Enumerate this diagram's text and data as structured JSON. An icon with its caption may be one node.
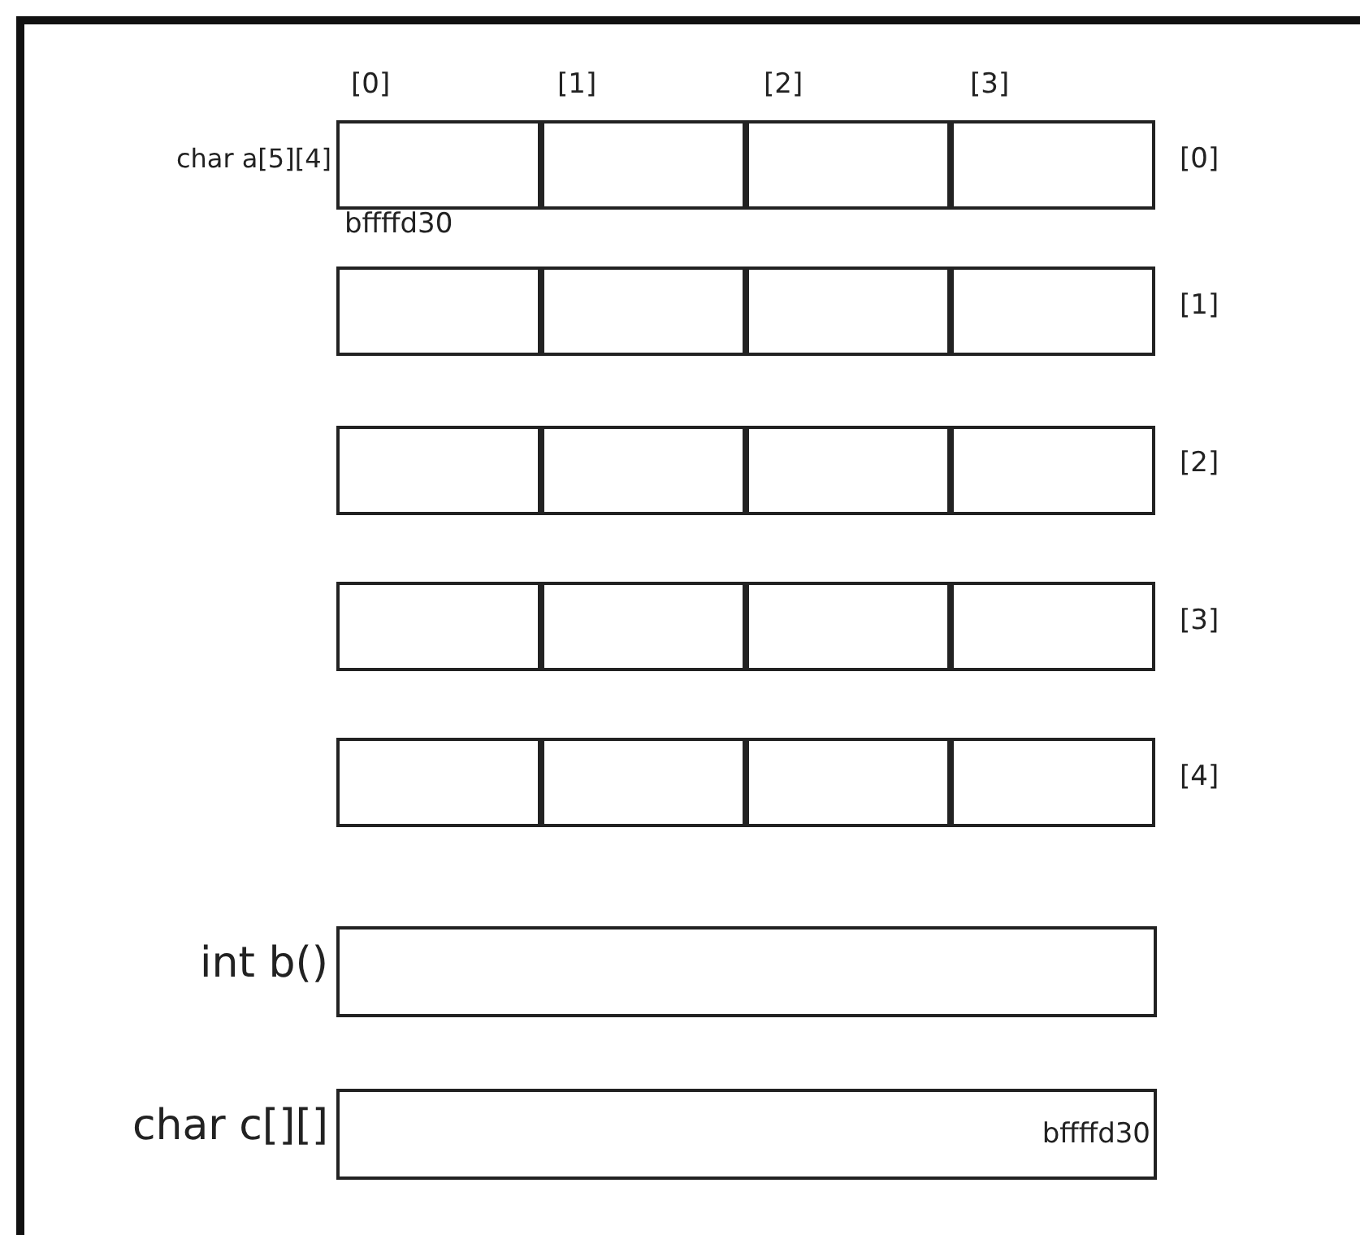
{
  "diagram": {
    "nodes": [
      {
        "text": [],
        "shape": "box"
      },
      {
        "text": [],
        "shape": "box"
      },
      {
        "text": [],
        "shape": "box"
      },
      {
        "text": [],
        "shape": "box"
      },
      {
        "text": [],
        "shape": "box"
      },
      {
        "text": [],
        "shape": "box"
      },
      {
        "text": [],
        "shape": "box"
      },
      {
        "text": [],
        "shape": "box"
      },
      {
        "text": [],
        "shape": "box"
      },
      {
        "text": [],
        "shape": "box"
      },
      {
        "text": [],
        "shape": "box"
      },
      {
        "text": [],
        "shape": "box"
      },
      {
        "text": [],
        "shape": "box"
      },
      {
        "text": [],
        "shape": "box"
      },
      {
        "text": [],
        "shape": "box"
      },
      {
        "text": [],
        "shape": "box"
      },
      {
        "text": [],
        "shape": "box"
      },
      {
        "text": [],
        "shape": "box"
      },
      {
        "text": [],
        "shape": "box"
      },
      {
        "text": [],
        "shape": "box"
      },
      {
        "text": [],
        "shape": "box",
        "beside": [
          "int b()"
        ]
      },
      {
        "text": [
          "bffffd30"
        ],
        "beside": [
          "char c[][]"
        ]
      }
    ],
    "labels": [
      "[0]",
      "[1]",
      "[2]",
      "[3]",
      "char a[5][4]",
      "[0]",
      "bffffd30",
      "[1]",
      "[2]",
      "[3]",
      "[4]"
    ]
  }
}
